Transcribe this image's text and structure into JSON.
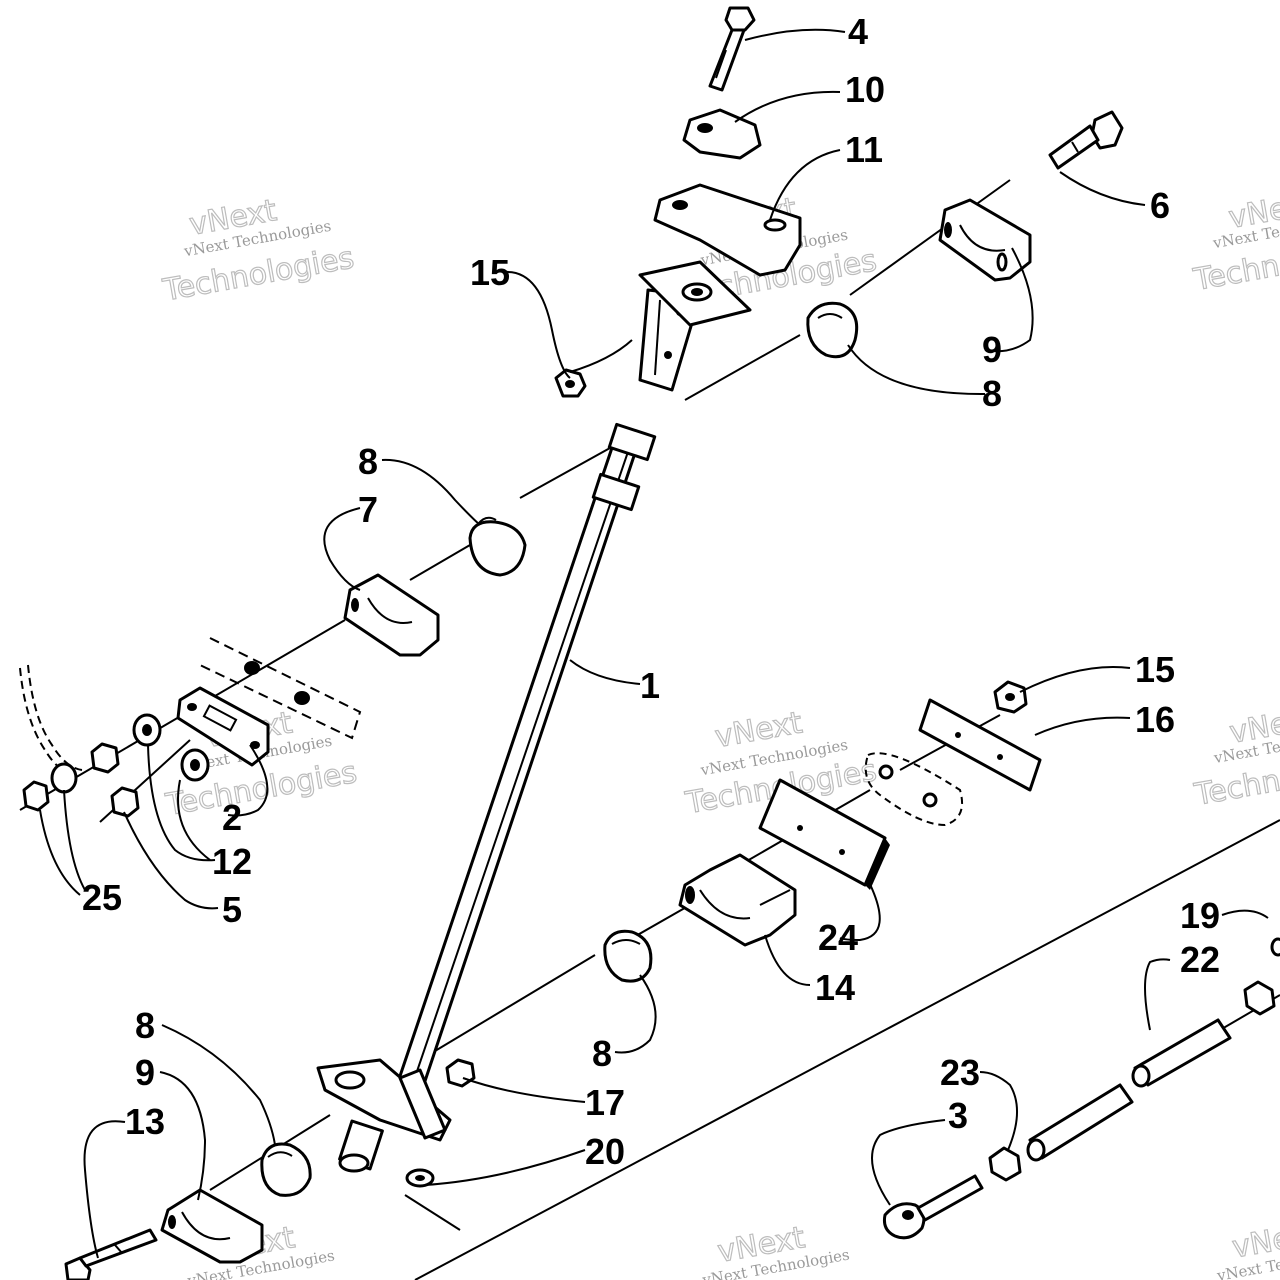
{
  "watermark": {
    "line1": "vNext Technologies",
    "line2": "vNext",
    "line3": "Technologies"
  },
  "callouts": {
    "c1": "1",
    "c2": "2",
    "c3": "3",
    "c4": "4",
    "c5": "5",
    "c6": "6",
    "c7": "7",
    "c8a": "8",
    "c8b": "8",
    "c8c": "8",
    "c8d": "8",
    "c9a": "9",
    "c9b": "9",
    "c10": "10",
    "c11": "11",
    "c12": "12",
    "c13": "13",
    "c14": "14",
    "c15a": "15",
    "c15b": "15",
    "c16": "16",
    "c17": "17",
    "c19": "19",
    "c20": "20",
    "c22": "22",
    "c23": "23",
    "c24": "24",
    "c25": "25"
  }
}
